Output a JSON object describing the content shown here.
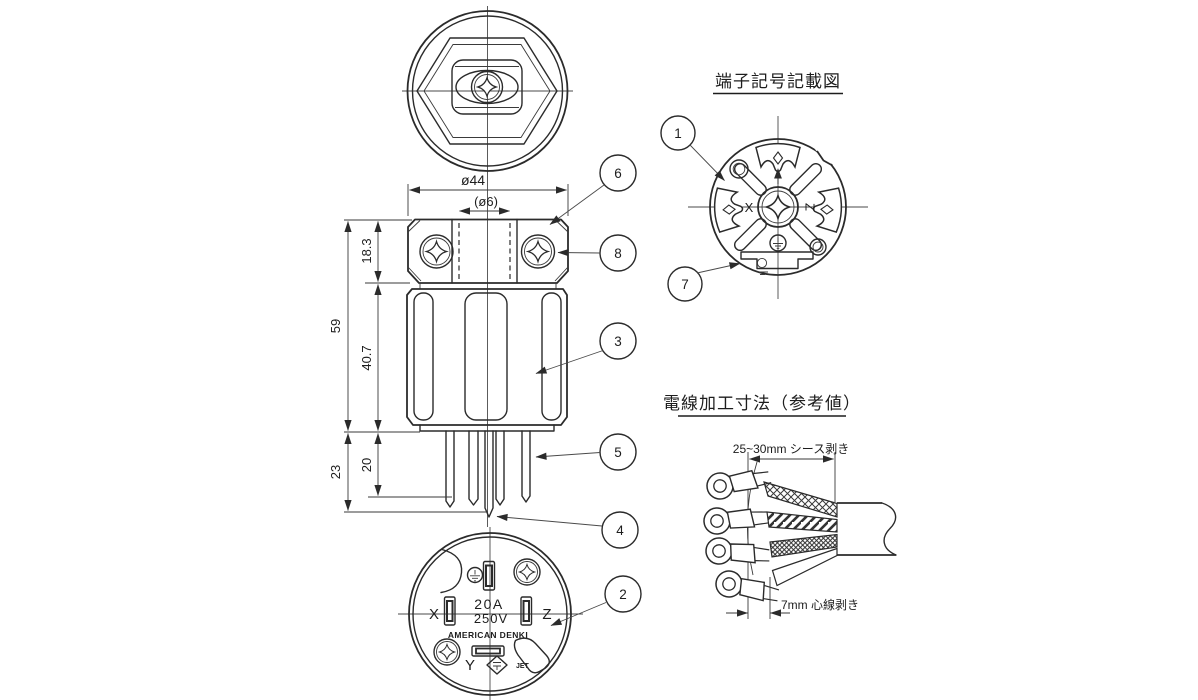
{
  "sections": {
    "terminal_diagram_title": "端子記号記載図",
    "wire_prep_title": "電線加工寸法（参考値）"
  },
  "dimensions": {
    "overall_diameter": "ø44",
    "cord_hole_diameter": "(ø6)",
    "cap_height": "18.3",
    "total_height": "59",
    "body_height": "40.7",
    "pin_length": "23",
    "blade_length": "20"
  },
  "face_markings": {
    "current_rating": "20A",
    "voltage_rating": "250V",
    "brand": "AMERICAN DENKI",
    "terminal_left": "X",
    "terminal_right": "Z",
    "terminal_bottom": "Y",
    "cert_mark": "JET"
  },
  "terminal_diagram": {
    "label_x": "X",
    "label_z": "Z"
  },
  "wire_prep": {
    "sheath_strip_label": "25~30mm シース剥き",
    "core_strip_label": "7mm 心線剥き"
  },
  "callouts": [
    "1",
    "2",
    "3",
    "4",
    "5",
    "6",
    "7",
    "8"
  ]
}
